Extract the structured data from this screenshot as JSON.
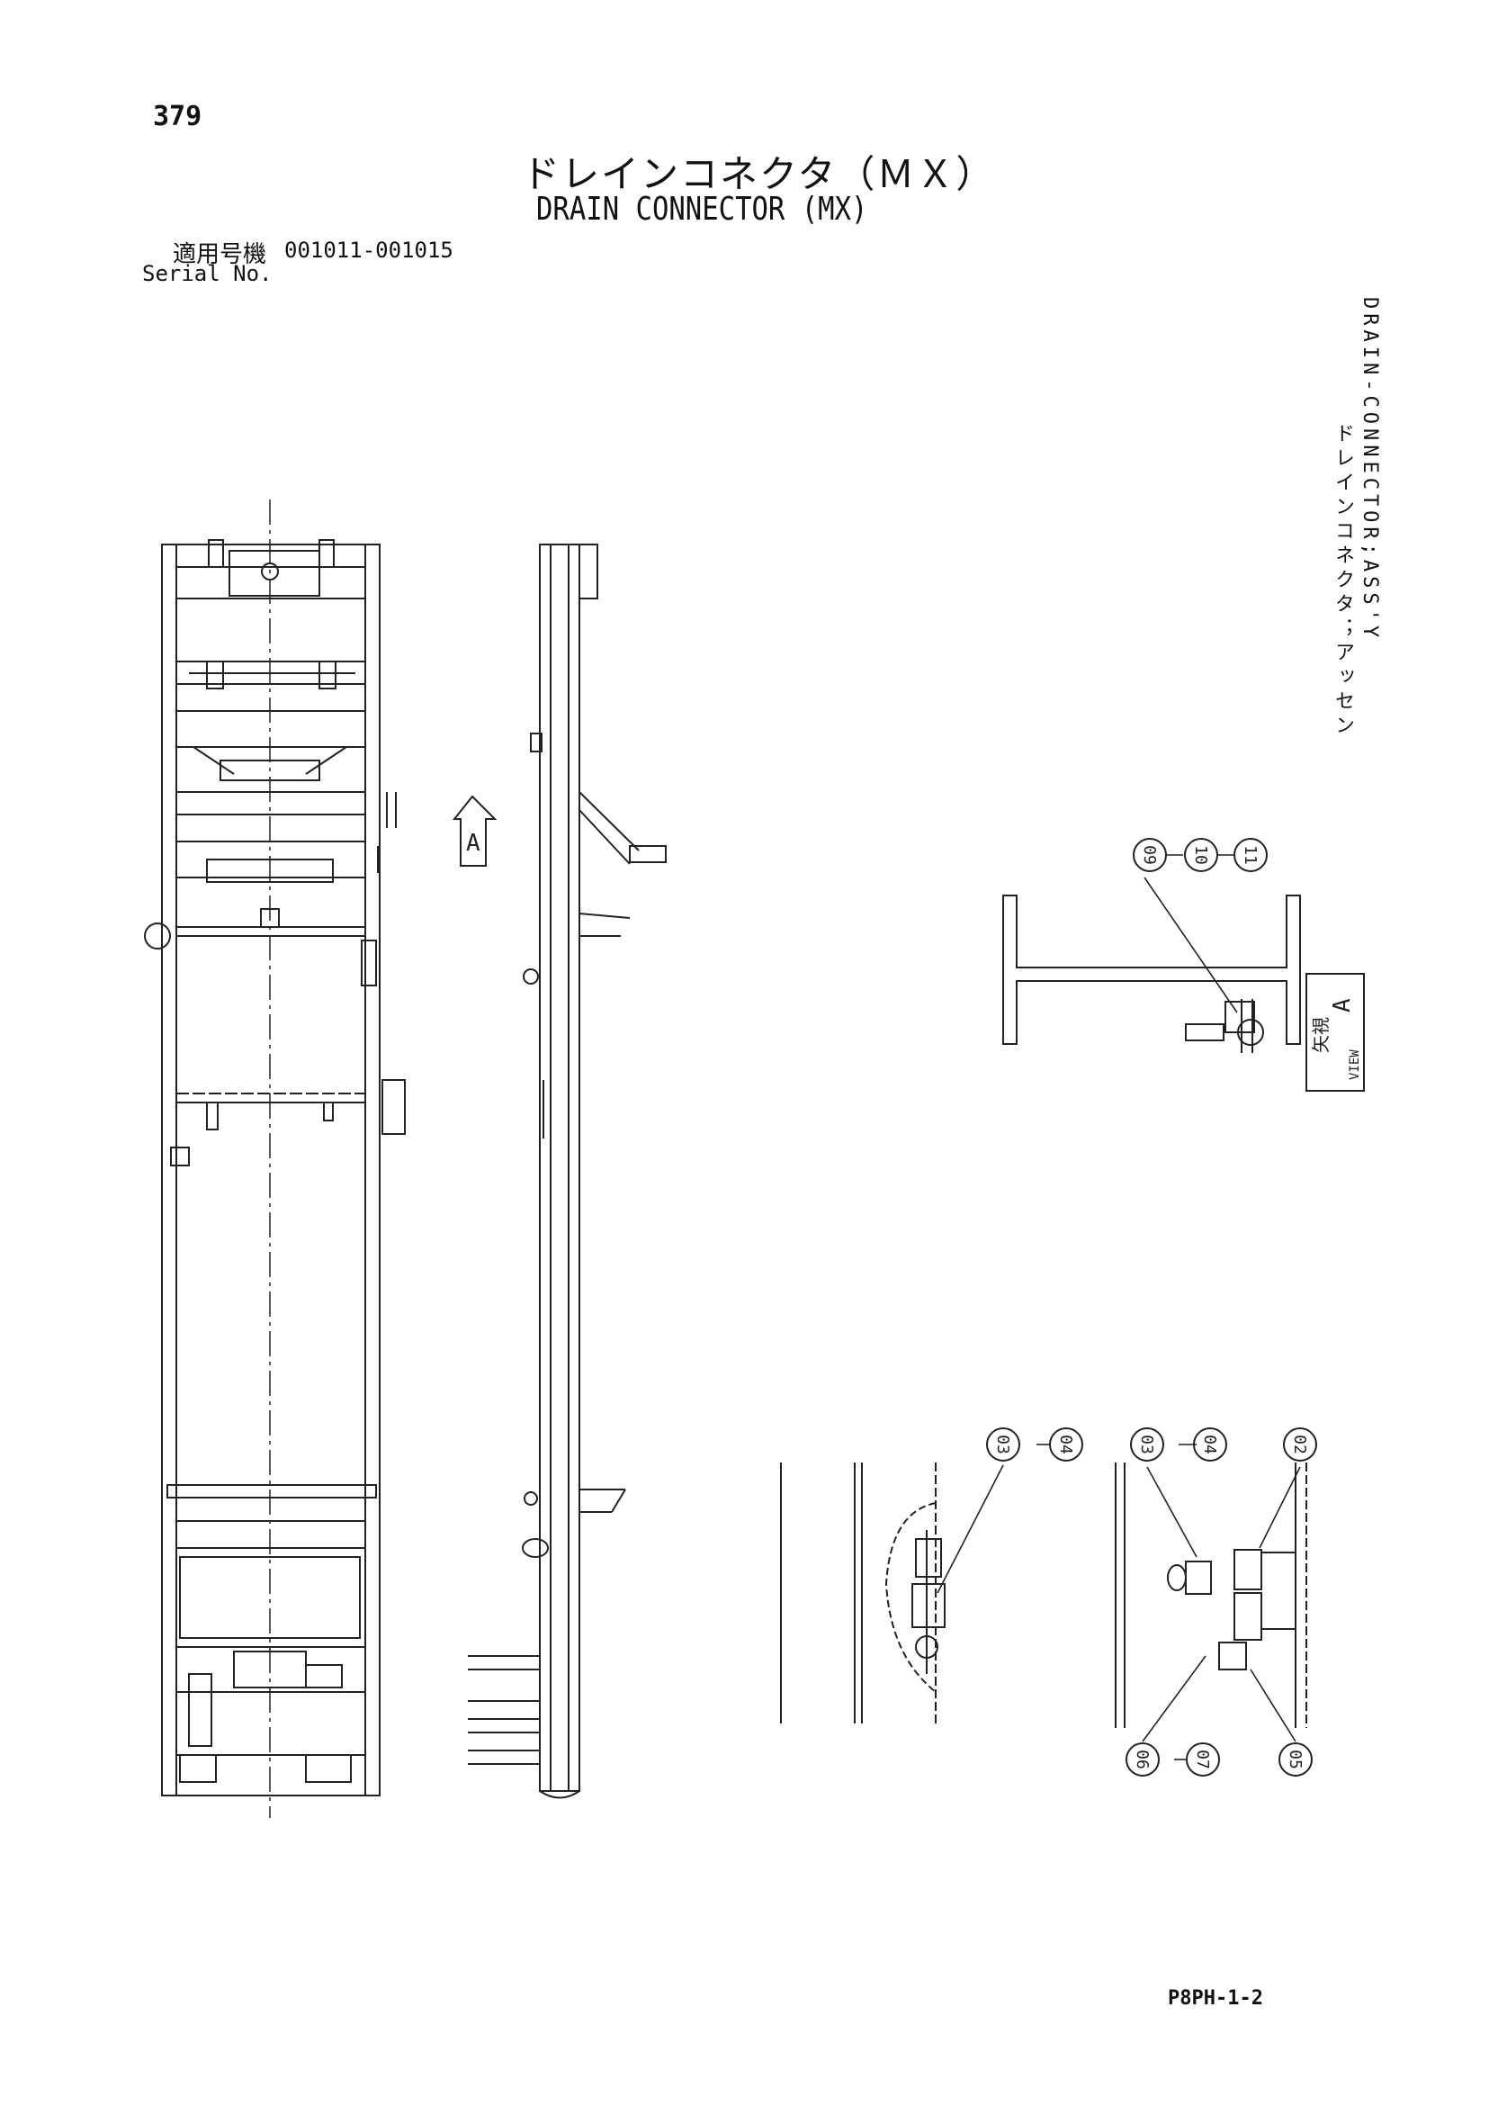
{
  "header": {
    "page_number": "379",
    "title_jp": "ドレインコネクタ（ＭＸ）",
    "title_en": "DRAIN CONNECTOR (MX)",
    "serial_label_jp": "適用号機",
    "serial_range": "001011-001015",
    "serial_label_en": "Serial No."
  },
  "side_label": {
    "jp": "ドレインコネクタ；アッセン",
    "en": "DRAIN-CONNECTOR;ASS'Y"
  },
  "view_label": {
    "jp": "矢視",
    "letter": "A",
    "en": "VIEW"
  },
  "callouts": [
    "09",
    "10",
    "11",
    "03",
    "04",
    "03",
    "04",
    "02",
    "06",
    "07",
    "05"
  ],
  "footer": {
    "code": "P8PH-1-2"
  }
}
